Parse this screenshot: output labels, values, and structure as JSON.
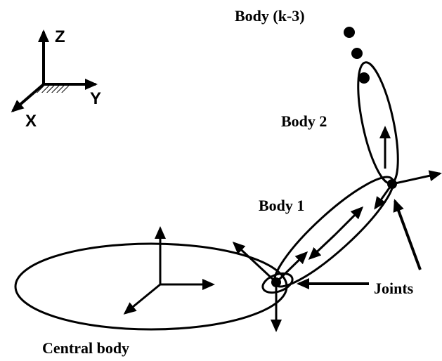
{
  "labels": {
    "body_k3": "Body (k-3)",
    "body2": "Body 2",
    "body1": "Body 1",
    "joints": "Joints",
    "central_body": "Central body"
  },
  "axes": {
    "z": "Z",
    "y": "Y",
    "x": "X"
  },
  "colors": {
    "ink": "#000000",
    "background": "#ffffff"
  }
}
